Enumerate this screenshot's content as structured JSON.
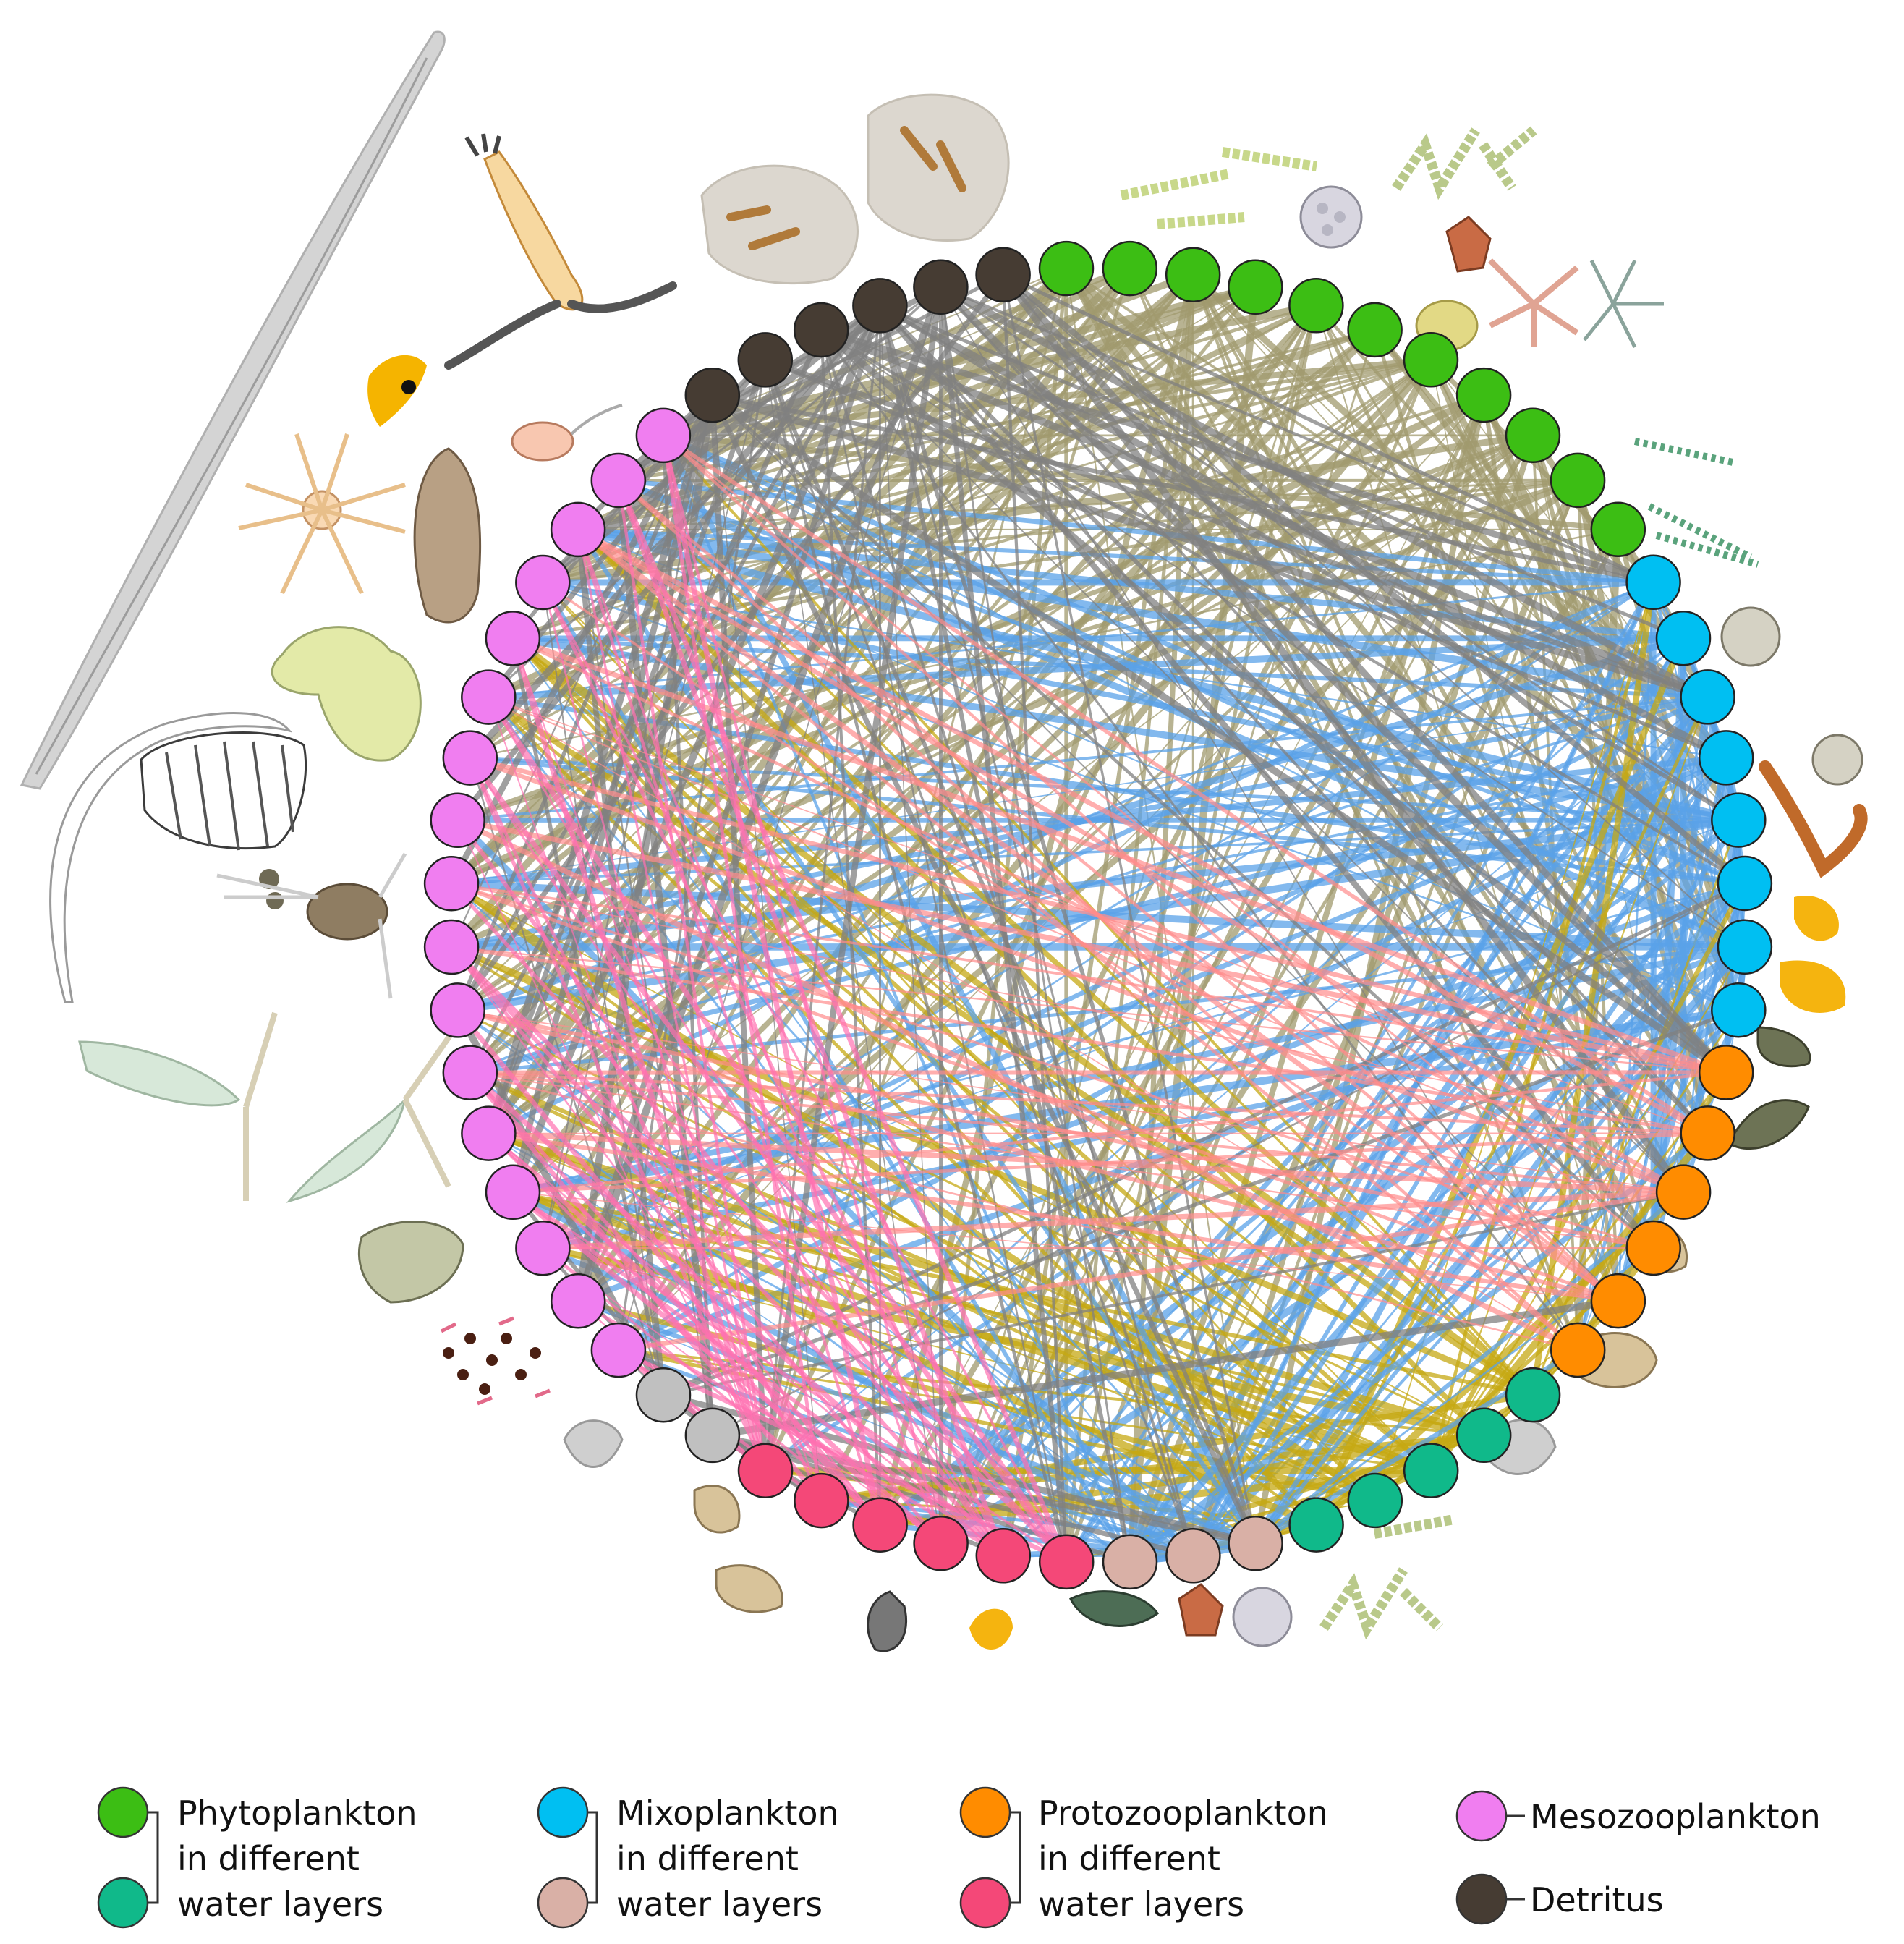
{
  "colors": {
    "phyto_upper": "#3cbe14",
    "phyto_lower": "#10b98a",
    "mixo_upper": "#00bff2",
    "mixo_lower": "#d9b0a6",
    "proto_upper": "#ff8c00",
    "proto_lower": "#f44878",
    "meso": "#f07ef0",
    "detritus": "#463c33",
    "other": "#c0c0c0",
    "edge_phyto": "#a09a6e",
    "edge_phyto_gold": "#c6a813",
    "edge_mixo": "#5aa2e8",
    "edge_proto": "#ff8c8c",
    "edge_meso": "#e496de",
    "edge_detritus": "#808080",
    "edge_teal": "#18c0b0"
  },
  "nodes": {
    "phyto_upper": 11,
    "phyto_lower": 5,
    "mixo_upper": 8,
    "mixo_lower": 3,
    "proto_upper": 6,
    "proto_lower": 6,
    "meso": 17,
    "detritus": 6,
    "other": 2
  },
  "legend": {
    "phyto": {
      "line1": "Phytoplankton",
      "line2": "in different",
      "line3": "water layers"
    },
    "mixo": {
      "line1": "Mixoplankton",
      "line2": "in different",
      "line3": "water layers"
    },
    "proto": {
      "line1": "Protozooplankton",
      "line2": "in different",
      "line3": "water layers"
    },
    "meso": {
      "label": "Mesozooplankton"
    },
    "detritus": {
      "label": "Detritus"
    }
  },
  "icons": [
    "copepod-icon",
    "nauplius-icon",
    "arrow-worm-icon",
    "cladoceran-icon",
    "diatom-chain-icon",
    "pollen-grain-icon",
    "dinoflagellate-icon",
    "ciliate-icon",
    "rotifer-icon",
    "detritus-aggregate-icon",
    "bacteria-icon"
  ]
}
